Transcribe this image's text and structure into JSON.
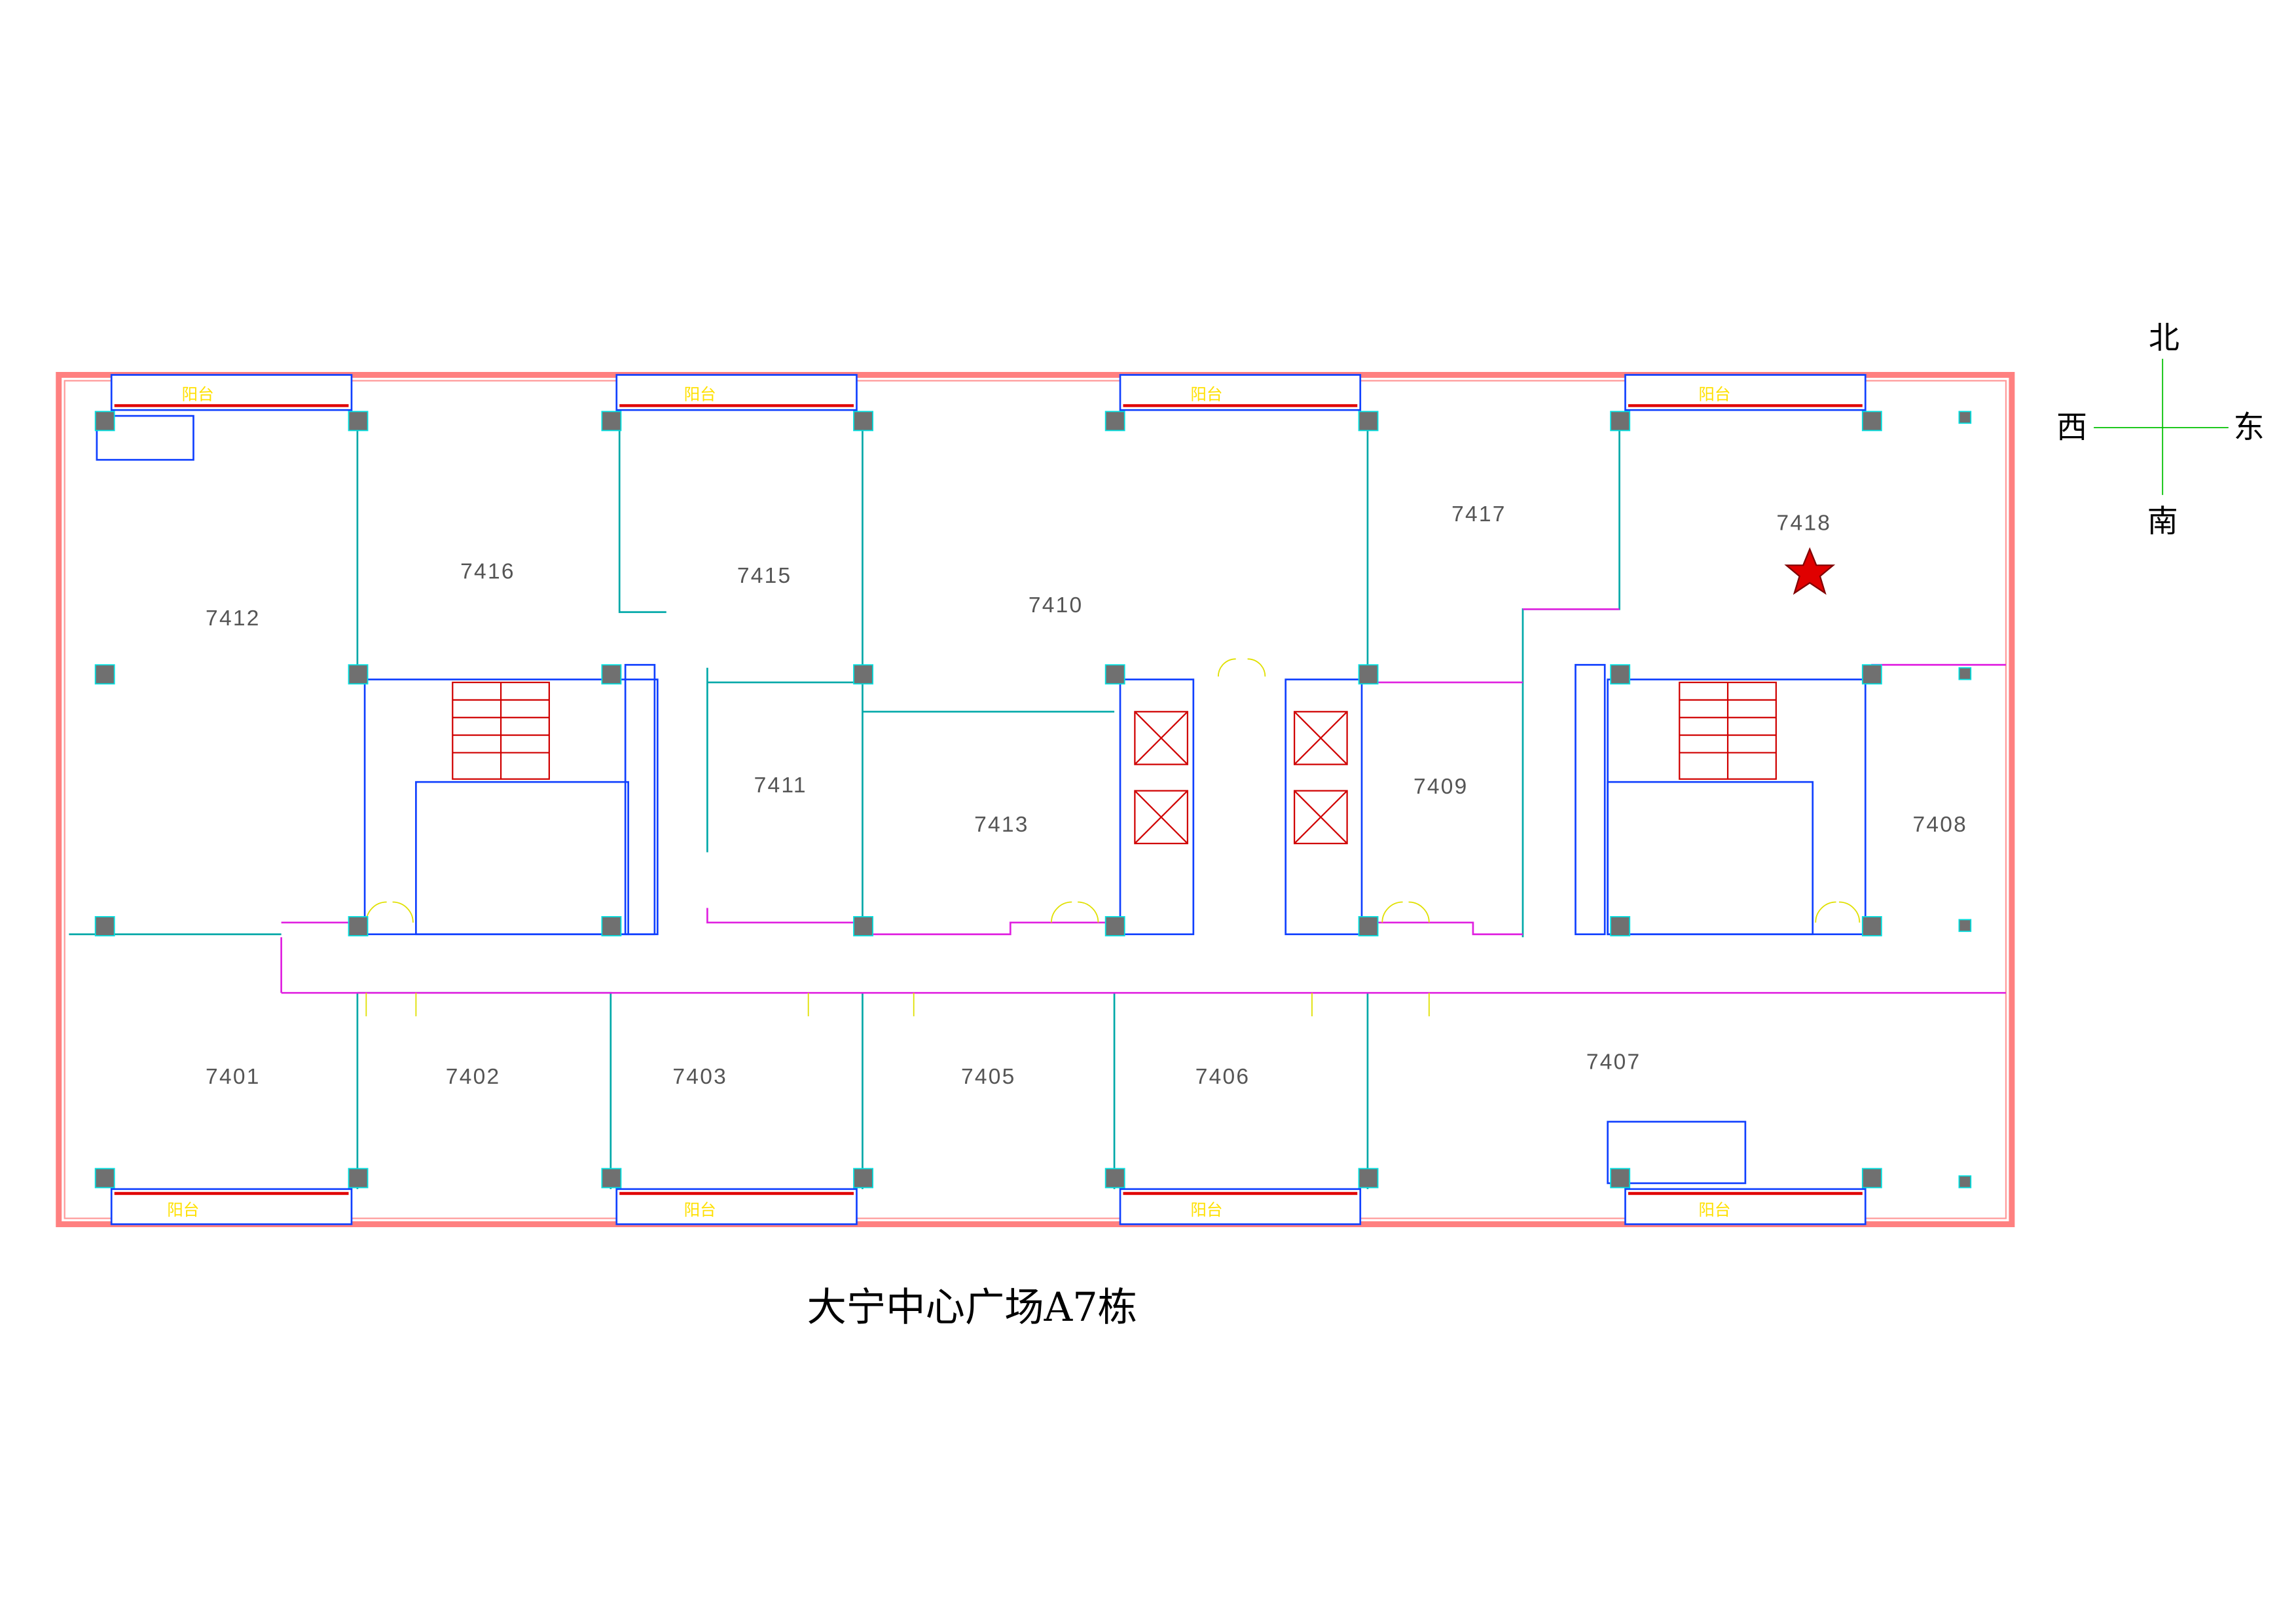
{
  "title": "大宁中心广场A7栋",
  "compass": {
    "north": "北",
    "south": "南",
    "east": "东",
    "west": "西"
  },
  "balcony_label": "阳台",
  "rooms": {
    "r7412": "7412",
    "r7416": "7416",
    "r7415": "7415",
    "r7410": "7410",
    "r7417": "7417",
    "r7418": "7418",
    "r7411": "7411",
    "r7413": "7413",
    "r7409": "7409",
    "r7408": "7408",
    "r7401": "7401",
    "r7402": "7402",
    "r7403": "7403",
    "r7405": "7405",
    "r7406": "7406",
    "r7407": "7407"
  },
  "marker": {
    "room": "7418",
    "icon": "star-icon",
    "color": "#e00000"
  },
  "colors": {
    "outer_wall": "#ff8080",
    "inner_wall": "#1040ff",
    "partition": "#00a8a8",
    "corridor": "#e020e0",
    "column": "#707070"
  }
}
